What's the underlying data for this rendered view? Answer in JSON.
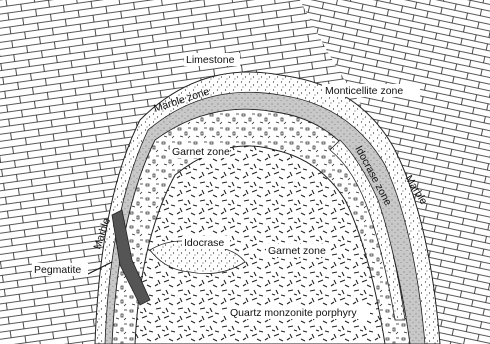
{
  "labels": {
    "limestone": "Limestone",
    "marble_zone": "Marble zone",
    "monticellite_zone": "Monticellite zone",
    "garnet_zone_upper": "Garnet zone",
    "idocrase_zone": "Idocrase zone",
    "marble_right": "Marble",
    "marble_left": "Marble",
    "idocrase": "Idocrase",
    "garnet_zone_lower": "Garnet zone",
    "pegmatite": "Pegmatite",
    "quartz_monzonite_porphyry": "Quartz monzonite porphyry"
  },
  "colors": {
    "ink": "#1a1a1a",
    "paper": "#ffffff",
    "marble_band": "#cfcfcf",
    "pegmatite": "#555555"
  }
}
